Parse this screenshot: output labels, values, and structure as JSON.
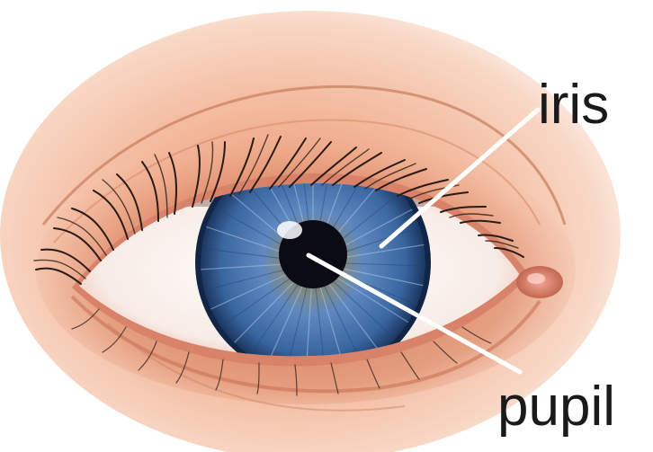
{
  "labels": {
    "iris": "iris",
    "pupil": "pupil"
  },
  "colors": {
    "skin": "#f0b89a",
    "skin_shadow": "#c96f4e",
    "sclera": "#fbf3ee",
    "iris_outer": "#1e3f73",
    "iris_inner": "#4f7bb5",
    "pupil": "#0b0b14",
    "leader_line": "#ffffff",
    "label_text": "#1a1a1a"
  },
  "icons": [
    "eye-illustration"
  ]
}
